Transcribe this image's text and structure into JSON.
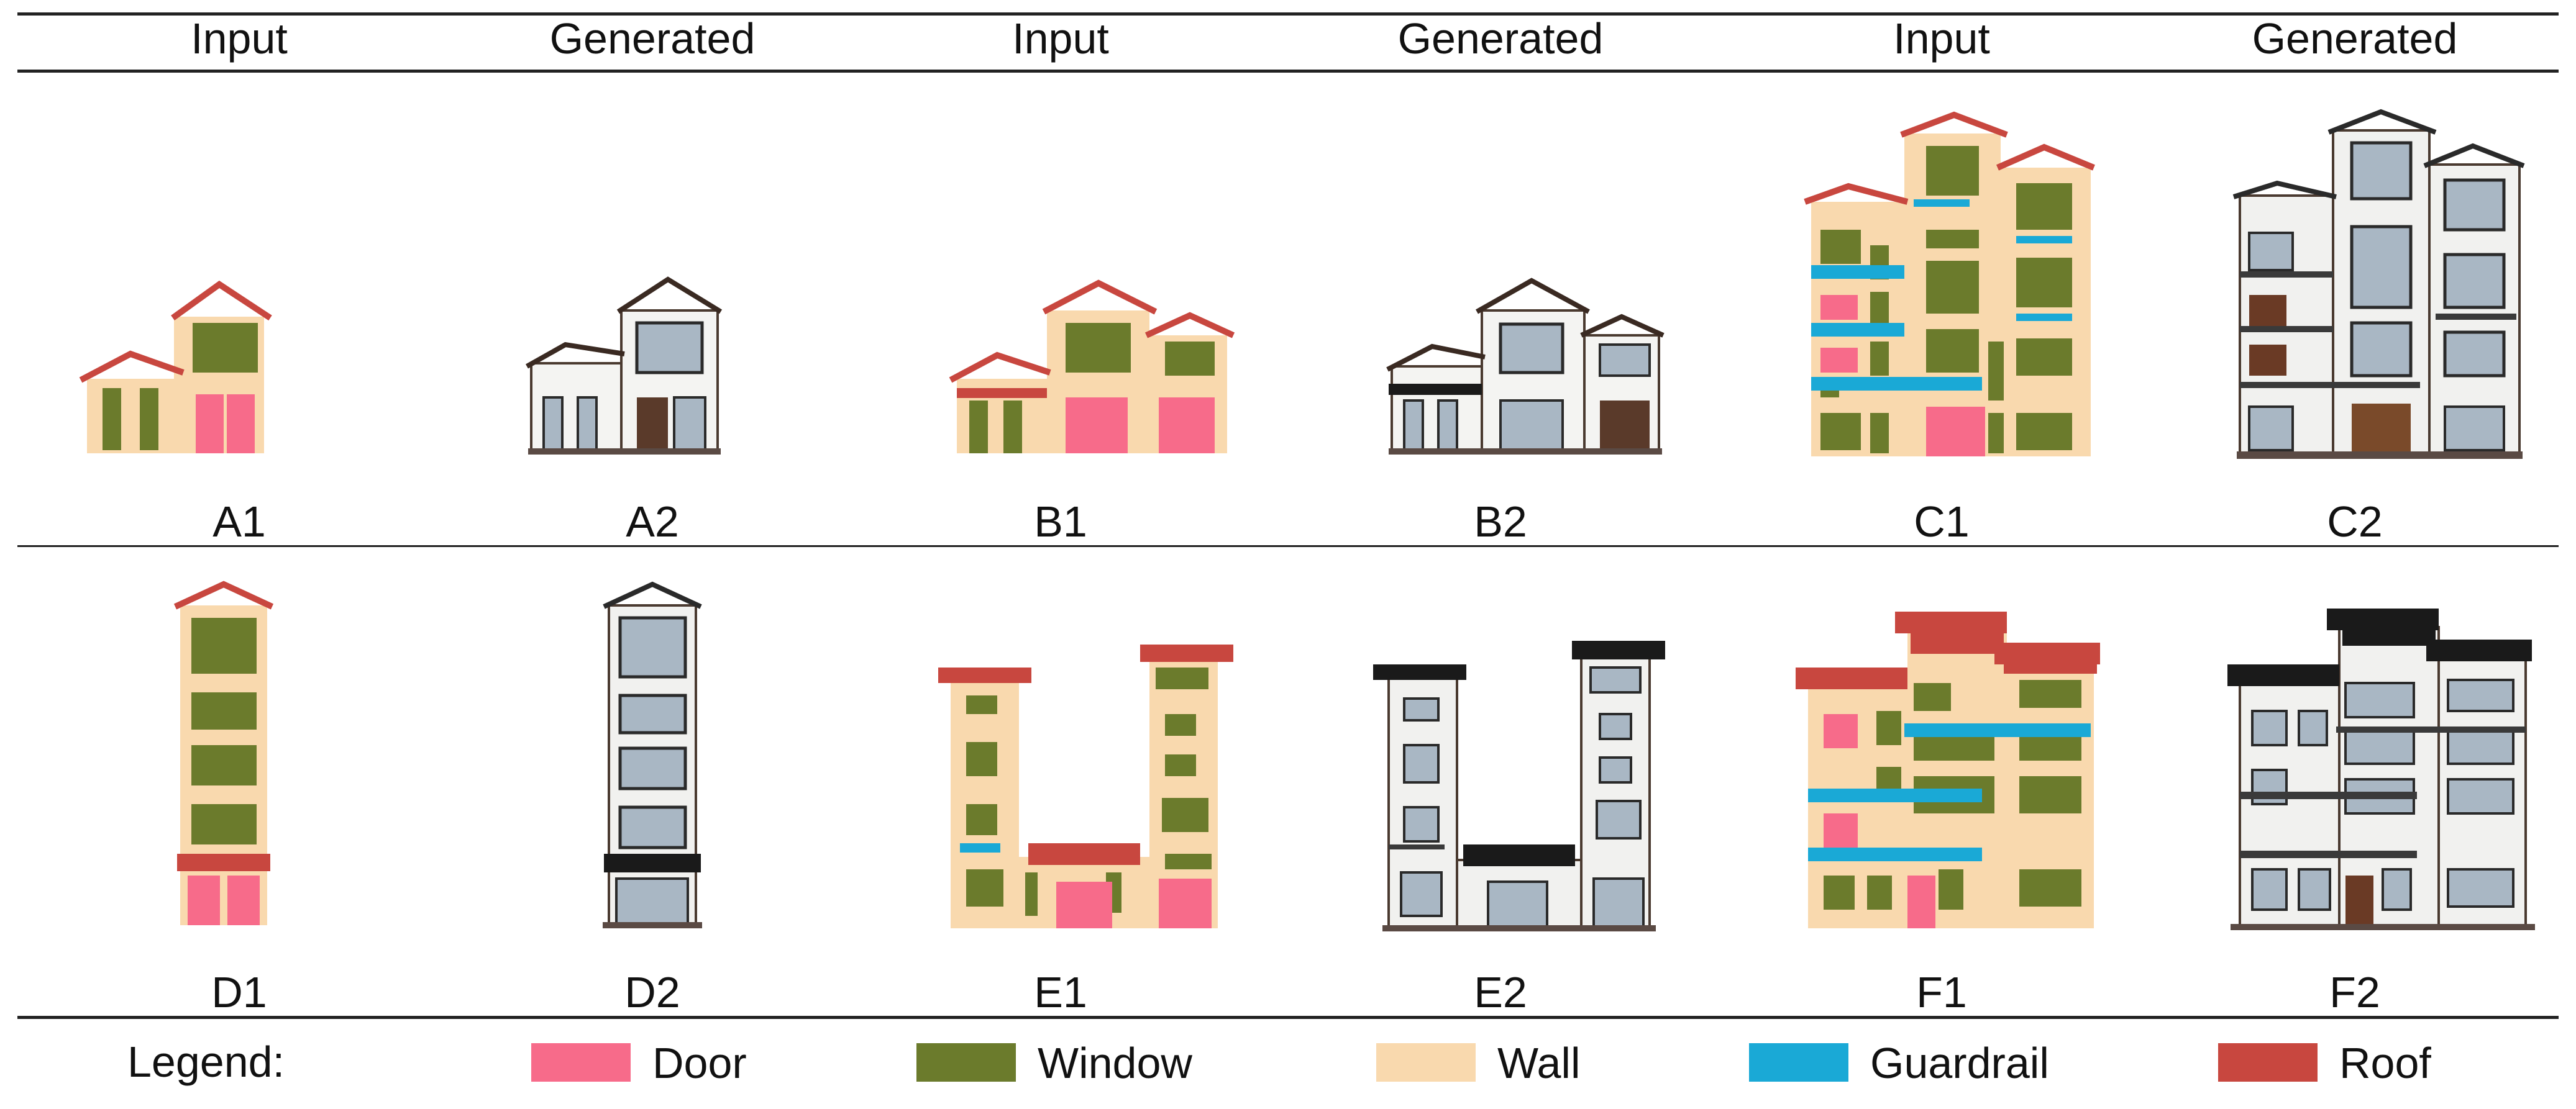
{
  "headers": [
    "Input",
    "Generated",
    "Input",
    "Generated",
    "Input",
    "Generated"
  ],
  "rows": [
    {
      "labels": [
        "A1",
        "A2",
        "B1",
        "B2",
        "C1",
        "C2"
      ]
    },
    {
      "labels": [
        "D1",
        "D2",
        "E1",
        "E2",
        "F1",
        "F2"
      ]
    }
  ],
  "legend": {
    "title": "Legend:",
    "items": [
      {
        "label": "Door",
        "color": "#f76b8a"
      },
      {
        "label": "Window",
        "color": "#6b7b2c"
      },
      {
        "label": "Wall",
        "color": "#f9d9ae"
      },
      {
        "label": "Guardrail",
        "color": "#1aa9d6"
      },
      {
        "label": "Roof",
        "color": "#c8473f"
      }
    ]
  }
}
